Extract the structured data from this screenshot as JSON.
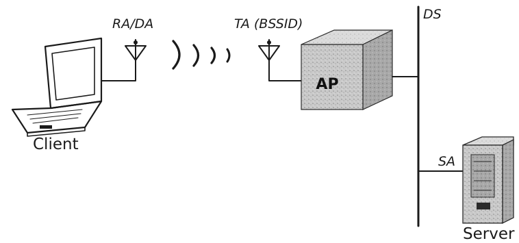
{
  "labels": {
    "receiver": "RA/DA",
    "transmitter": "TA (BSSID)",
    "distribution_system": "DS",
    "source": "SA",
    "access_point": "AP",
    "client": "Client",
    "server": "Server"
  },
  "colors": {
    "ink": "#1a1a1a",
    "box_fill": "#c9c9c9",
    "box_top": "#dcdcdc",
    "box_side": "#a9a9a9",
    "screen": "#d8d8d8"
  }
}
